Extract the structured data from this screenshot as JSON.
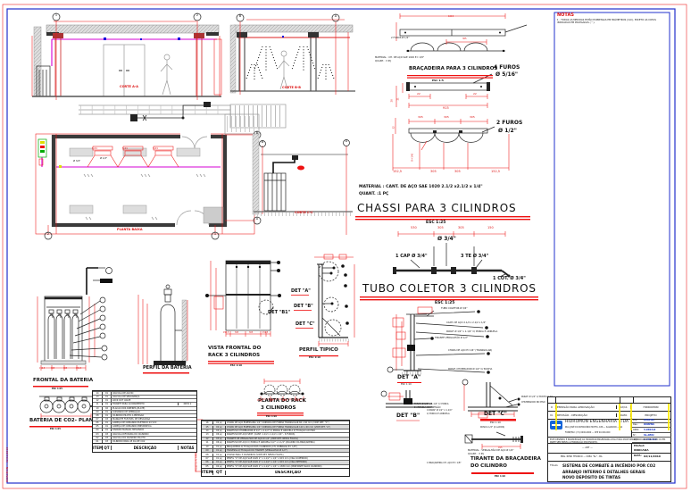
{
  "elev": {
    "corte_a": "CORTE A-A",
    "corte_b": "CORTE B-B",
    "corte_c": "CORTE C-C",
    "planta": "PLANTA BAIXA"
  },
  "bubbles": {
    "b1": "1",
    "b2": "2",
    "b3": "B",
    "b4": "A",
    "b5": "B",
    "b6": "A",
    "b7": "2",
    "b8": "1",
    "b9": "B",
    "b10": "A"
  },
  "plan_tags": {
    "s1": "S-01",
    "s2": "S-01",
    "s3": "S-01",
    "d34": "Ø 3/4\"",
    "d12": "Ø 1/2\""
  },
  "bracadeira": {
    "top_dim": "1015",
    "top_furos": "2 FUROS Ø 1/2\"",
    "top_arc": "305",
    "mat": "MATERIAL : CH. DE AÇO SAE 1020 E= 1/8\"",
    "quant": "QUANT.    : 3 PÇ",
    "title": "BRAÇADEIRA PARA 3 CILINDROS",
    "esc": "ESC 1:5",
    "furos4a": "4 FUROS",
    "furos4b": "Ø 5/16\"",
    "d28": "28",
    "d21": "21",
    "d22a": "22",
    "d22b": "22",
    "d915": "915",
    "d32": "32",
    "d305a": "305",
    "d305b": "305",
    "d305c": "305",
    "furos2a": "2 FUROS",
    "furos2b": "Ø 1/2\"",
    "r140": "R=140",
    "d1525a": "152,5",
    "d305d": "305",
    "d305e": "305",
    "d1525b": "152,5"
  },
  "chassi": {
    "mat": "MATERIAL : CANT. DE AÇO SAE 1020  2.1/2 x2.1/2 x 1/4\"",
    "quant": "QUANT.    :1 PÇ",
    "title": "CHASSI PARA 3 CILINDROS",
    "esc": "ESC 1:25"
  },
  "tubo": {
    "d530": "530",
    "d305a": "305",
    "d305b": "305",
    "d150": "150",
    "d34": "Ø 3/4\"",
    "cap": "1 CAP Ø 3/4\"",
    "te": "3 TE Ø 3/4\"",
    "cot": "1 COT. Ø 3/4\"",
    "title": "TUBO COLETOR 3 CILINDROS",
    "esc": "ESC 1:25"
  },
  "rack": {
    "vista1": "VISTA FRONTAL DO",
    "vista2": "RACK  3 CILINDROS",
    "vista_esc": "ESC 1:10",
    "detb1": "DET \"B1\"",
    "deta": "DET \"A\"",
    "detb": "DET \"B\"",
    "detc": "DET \"C\"",
    "perfil": "PERFIL TIPICO",
    "perfil_esc": "ESC 1:10",
    "planta1": "PLANTA DO RACK",
    "planta2": "3 CILINDROS",
    "planta_esc": "ESC 1:10",
    "dv": [
      "152,5",
      "305",
      "305",
      "152,5"
    ],
    "dp": [
      "152,5",
      "305",
      "305",
      "152,5"
    ]
  },
  "bateria": {
    "frontal": "FRONTAL DA BATERIA",
    "frontal_esc": "ESC 1:25",
    "perfil": "PERFIL DA BATERIA",
    "planta": "BATERIA DE CO2- PLANTA",
    "planta_esc": "ESC 1:25",
    "df": [
      "152,5",
      "305",
      "305",
      "152,5"
    ]
  },
  "det": {
    "a": "DET \"A\"",
    "a_esc": "ESC 1:10",
    "b": "DET \"B\"",
    "c": "DET \"C\"",
    "c_esc": "ESC 1:10"
  },
  "ann": {
    "a1": "TUBO COLETOR Ø 3/4\"",
    "a2": "CANT. DE AÇO 2.1/2 x 2.1/2 x 1/4\"",
    "a3": "PARAF. Ø 1/2\" x 1.1/4\" C/ PORCA E ARRUELA",
    "a4": "TIRANTE VERGALHÃO Ø 1/2\"",
    "a5": "CHAPA DE AÇO E=1/4\" (TRIANGULAR)",
    "a6": "PARAF. CHUMBADOR Ø 1/2\" C/ BUCHA",
    "b1": "PARAF. Ø 1/2\" x 1.1/4\" C/ PORCA",
    "b2": "E ARRUELA DE PRESSÃO",
    "c1": "PARAF. Ø 1/2\" C/ BUCHA S-10",
    "c2": "CHUMBADOR NO PISO",
    "l1": "4 PARAF. Ø 1/2\" x 1.1/4\"",
    "l2": "C/ PORCA E ARRUELA",
    "l3": "1 BRAÇADEIRA CH. AÇO E= 1/8\""
  },
  "tirante": {
    "rosca": "ROSCA 1/2\" (2 LADOS)",
    "dim": "915",
    "mat": "MATERIAL : VERGALHÃO DE AÇO Ø 1/2\"",
    "quant": "QUANT.  : 3 PÇ",
    "t1": "TIRANTE DA BRAÇADEIRA",
    "t2": "DO CILINDRO",
    "esc": "ESC 1:10"
  },
  "notes": {
    "title": "NOTAS",
    "line": "1 - TODAS AS MEDIDAS ESTÃO EXPRESSAS EM MILÍMETROS (mm), EXCETO AS COTAS INDICADAS EM POLEGADAS ( \" )."
  },
  "stamps": {
    "left": "HIDROMON — 02/11/2010",
    "table": "PROJETO P/ APROVAÇÃO"
  },
  "tables": {
    "bateria": {
      "headers": [
        "ITEM",
        "QT",
        "DESCRIÇÃO",
        "NOTAS"
      ],
      "rows": [
        {
          "item": "14",
          "qt": "01",
          "desc": "VÁLVULA DE ALÍVIO",
          "nota": ""
        },
        {
          "item": "13",
          "qt": "01",
          "desc": "VÁLVULA DE SEGURANÇA",
          "nota": ""
        },
        {
          "item": "12",
          "qt": "01",
          "desc": "LOCK OUT VALVE",
          "nota": ""
        },
        {
          "item": "11",
          "qt": "01",
          "desc": "TIRANTE PARA ACIONAMENTO",
          "nota": "NOTA 2"
        },
        {
          "item": "10",
          "qt": "02",
          "desc": "PLACAS DOS DIZERES (PLATE)",
          "nota": ""
        },
        {
          "item": "09",
          "qt": "01",
          "desc": "COMANDO DE OPERAÇÃO",
          "nota": ""
        },
        {
          "item": "08",
          "qt": "01",
          "desc": "CILINDRO PILOTO A PRESSÃO",
          "nota": ""
        },
        {
          "item": "07",
          "qt": "03",
          "desc": "MANGOTE FLEXÍVEL DE DESCARGA",
          "nota": ""
        },
        {
          "item": "06",
          "qt": "01",
          "desc": "CABEÇA DE COMANDO ELÉTRICO 24 VCC",
          "nota": ""
        },
        {
          "item": "05",
          "qt": "01",
          "desc": "CABEÇA DE COMANDO PNEUMÁTICA",
          "nota": ""
        },
        {
          "item": "04",
          "qt": "01",
          "desc": "DISPARO MANUAL MECÂNICO",
          "nota": ""
        },
        {
          "item": "03",
          "qt": "03",
          "desc": "VÁLVULA DIFUSORA DO CILINDRO",
          "nota": ""
        },
        {
          "item": "02",
          "qt": "03",
          "desc": "VÁLVULA DO CILINDRO PILOTO",
          "nota": ""
        },
        {
          "item": "01",
          "qt": "03",
          "desc": "CILINDRO PARA 45 KG DE CO2",
          "nota": ""
        }
      ]
    },
    "rack": {
      "headers": [
        "ITEM",
        "QT",
        "DESCRIÇÃO"
      ],
      "rows": [
        {
          "item": "16",
          "qt": "02 pç",
          "desc": "CHAPA DE AÇO ESPESSURA 1/4\" CORTADA DE FORMA TRIANGULAR 60 x 60 mm (VIDE DET. \"C\")"
        },
        {
          "item": "15",
          "qt": "02 pç",
          "desc": "CHAPA DE AÇO ESPESSURA 1/4\" CORTADA DE FORMA TRIANGULAR 120 x 60 mm (VIDE DET. \"A\")"
        },
        {
          "item": "14",
          "qt": "04 pç",
          "desc": "PARAFUSO CHUMBADOR Ø 1/2\" x 2.1/2\" C/ PORCA E ARRUELA P/ FIXAÇÃO AO PISO"
        },
        {
          "item": "13",
          "qt": "06 pç",
          "desc": "PARAFUSO DE AÇO SEXT. (CANT. 1.1/2 x 1.1/2 x 1/4\" - 6 FUROS)"
        },
        {
          "item": "12",
          "qt": "03 pç",
          "desc": "TIRANTE DE VERGALHÃO DE AÇO Ø 1/2\" (VIDE DET. NESTA FOLHA)"
        },
        {
          "item": "11",
          "qt": "06 pç",
          "desc": "PARAFUSO DE AÇO C/ PORCA E ARRUELA 1/2\" x 1.1/4\" (QUADRO DA BRAÇADEIRA)"
        },
        {
          "item": "10",
          "qt": "01 pç",
          "desc": "BRAÇADEIRA P/ FIXAÇÃO DOS CILINDROS (CH. DOBRADA E= 1/8\")"
        },
        {
          "item": "09",
          "qt": "01 pç",
          "desc": "TRAVESSA P/ FIXAÇÃO DO TIRANTE (VERGALHÃO Ø 1/2\")"
        },
        {
          "item": "08",
          "qt": "01 pç",
          "desc": "CHASSI PARA 3 CILINDROS (VIDE DET. NESTA FOLHA)"
        },
        {
          "item": "07",
          "qt": "01 pç",
          "desc": "PERFIL \"U\" DE AÇO SAE 1020 2\" x 1.1/2\" x 1/4\" x 915 mm (VIGA SUPERIOR)"
        },
        {
          "item": "06",
          "qt": "01 pç",
          "desc": "PERFIL \"U\" DE AÇO SAE 1020 2\" x 1.1/2\" x 1/4\" x 915 mm (VIGA INFERIOR)"
        },
        {
          "item": "05",
          "qt": "02 pç",
          "desc": "PERFIL \"U\" DE AÇO SAE 1020 2\" x 1.1/2\" x 1/4\" x 1830 mm (MONTANTE RACK CILINDRO)"
        }
      ]
    }
  },
  "titleblock": {
    "rev_rows": [
      {
        "n": "0",
        "desc": "EMISSÃO PARA APROVAÇÃO",
        "c3": "02/11",
        "c4": "HIDROMON"
      },
      {
        "n": "N.",
        "desc": "REVISÃO - DESCRIÇÃO",
        "c3": "DATA",
        "c4": "PROJETO"
      }
    ],
    "company": "HIDROMON  ENGENHARIA  LTDA",
    "addr1": "RUA JOSÉ DO PATROCÍNIO MOTTA, 186 — SALVADOR — BA",
    "addr2": "FONE/FAX: (71) 0000-0000 — CEP 40.000-000",
    "people": [
      {
        "label": "Proj.:",
        "value": "RUBENS"
      },
      {
        "label": "Des.:",
        "value": "RUBENS"
      },
      {
        "label": "CREA:",
        "value": "5.0693-D"
      },
      {
        "label": "Nº:",
        "value": "SL-0801"
      },
      {
        "label": "Arq.:",
        "value": "1.734.010"
      }
    ],
    "legal1": "ESTE DESENHO É PROPRIEDADE DA HIDROMON ENGENHARIA LTDA E NÃO PODE SER REPRODUZIDO",
    "legal2": "NO TODO OU EM PARTE SEM PRÉVIA AUTORIZAÇÃO POR ESCRITO.",
    "art": "— ART —",
    "client": "ENG. RESP. TÉCNICO — CREA \"SL\" - BA",
    "escala_label": "ESCALA:",
    "escala": "INDICADA",
    "data_label": "DATA:",
    "data": "02/11/2010",
    "titulo_label": "Título:",
    "titulo": [
      "SISTEMA DE COMBATE A INCÊNDIO POR CO2",
      "ARRANJO INTERNO E DETALHES GERAIS",
      "NOVO DEPÓSITO DE TINTAS"
    ]
  }
}
